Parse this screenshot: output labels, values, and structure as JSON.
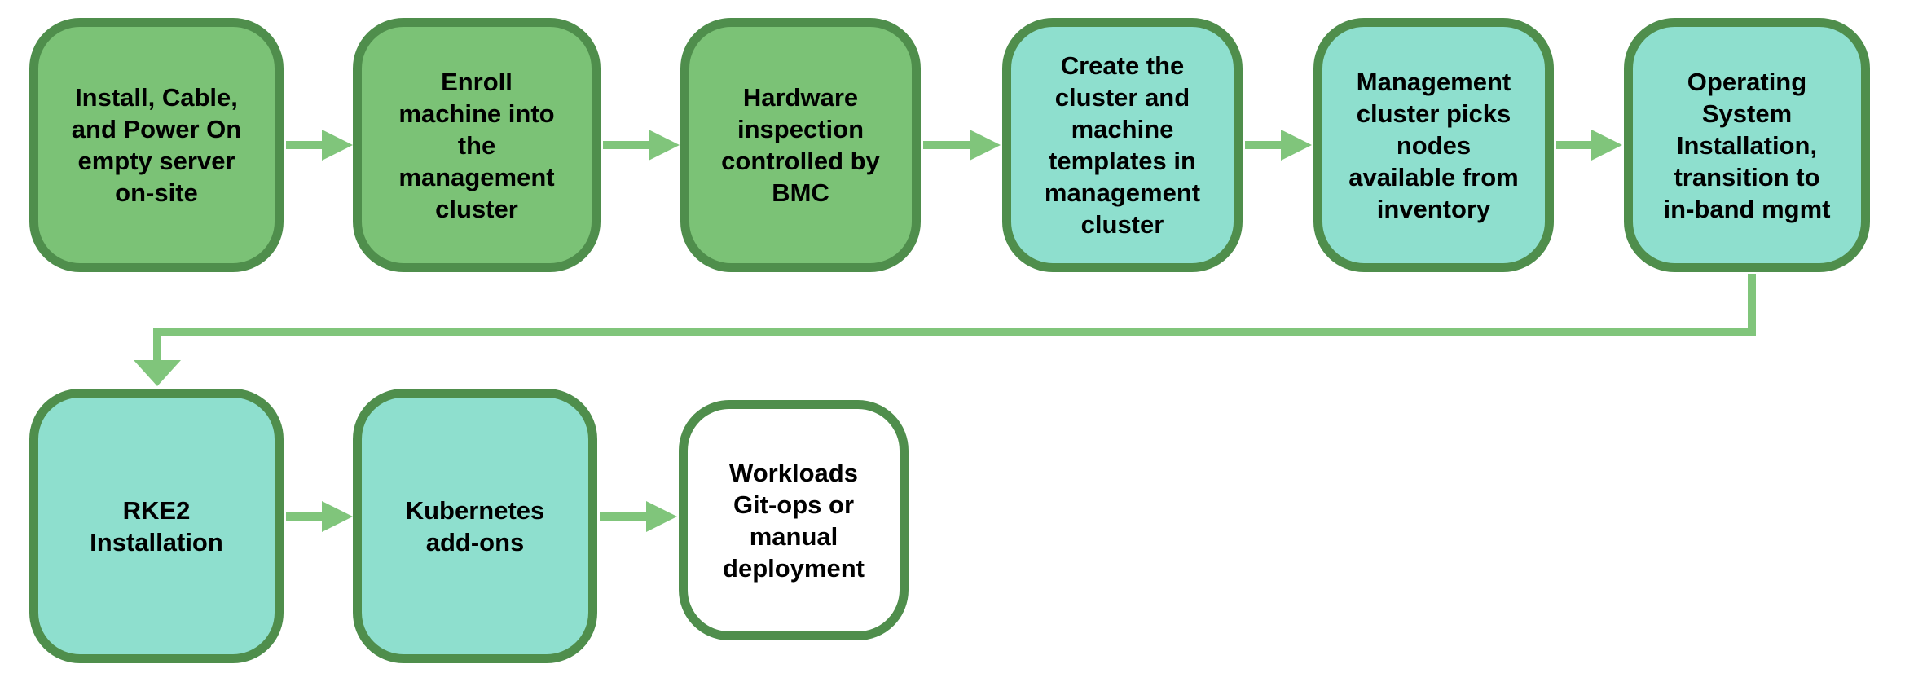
{
  "diagram": {
    "background": "#ffffff",
    "palette": {
      "node-border": "#4F8E4C",
      "fill-green": "#7BC276",
      "fill-teal": "#8EDFCE",
      "fill-white": "#FFFFFF",
      "arrow": "#80C57B",
      "text": "#000000"
    },
    "nodes": [
      {
        "id": "install-cable-power-on",
        "label": "Install, Cable,\nand Power On\nempty server\non-site",
        "variant": "green"
      },
      {
        "id": "enroll-machine",
        "label": "Enroll\nmachine into\nthe\nmanagement\ncluster",
        "variant": "green"
      },
      {
        "id": "hardware-inspection",
        "label": "Hardware\ninspection\ncontrolled by\nBMC",
        "variant": "green"
      },
      {
        "id": "create-templates",
        "label": "Create the\ncluster and\nmachine\ntemplates in\nmanagement\ncluster",
        "variant": "teal"
      },
      {
        "id": "cluster-picks-nodes",
        "label": "Management\ncluster picks\nnodes\navailable from\ninventory",
        "variant": "teal"
      },
      {
        "id": "os-installation",
        "label": "Operating\nSystem\nInstallation,\ntransition to\nin-band mgmt",
        "variant": "teal"
      },
      {
        "id": "rke2-installation",
        "label": "RKE2\nInstallation",
        "variant": "teal"
      },
      {
        "id": "kubernetes-addons",
        "label": "Kubernetes\nadd-ons",
        "variant": "teal"
      },
      {
        "id": "workloads-deployment",
        "label": "Workloads\nGit-ops or\nmanual\ndeployment",
        "variant": "white"
      }
    ],
    "edges": [
      {
        "from": "install-cable-power-on",
        "to": "enroll-machine"
      },
      {
        "from": "enroll-machine",
        "to": "hardware-inspection"
      },
      {
        "from": "hardware-inspection",
        "to": "create-templates"
      },
      {
        "from": "create-templates",
        "to": "cluster-picks-nodes"
      },
      {
        "from": "cluster-picks-nodes",
        "to": "os-installation"
      },
      {
        "from": "os-installation",
        "to": "rke2-installation"
      },
      {
        "from": "rke2-installation",
        "to": "kubernetes-addons"
      },
      {
        "from": "kubernetes-addons",
        "to": "workloads-deployment"
      }
    ]
  }
}
